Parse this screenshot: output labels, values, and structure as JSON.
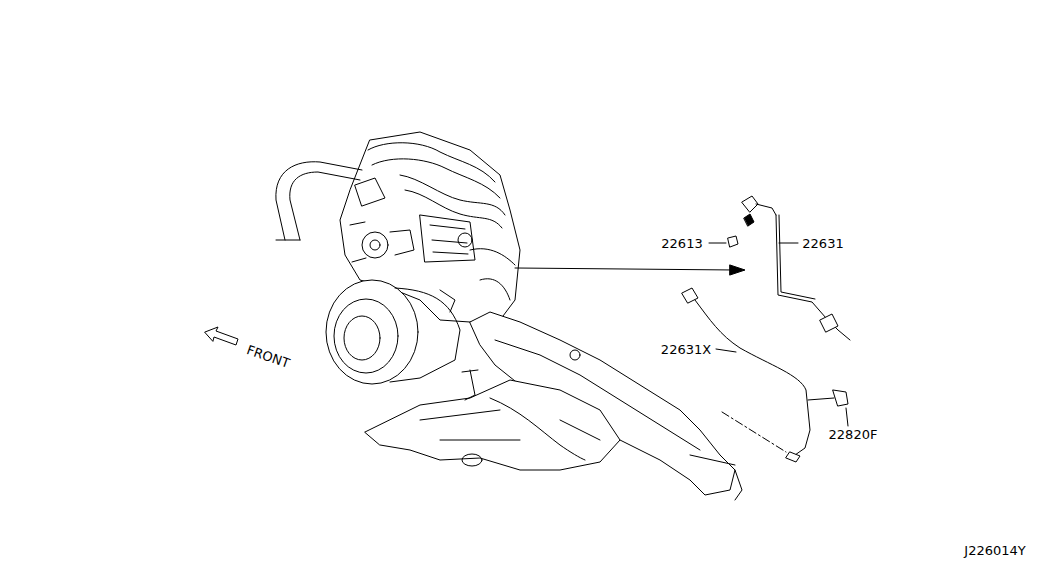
{
  "diagram": {
    "labels": [
      "22613",
      "22631",
      "22631X",
      "22820F",
      "FRONT",
      "J226014Y"
    ]
  }
}
